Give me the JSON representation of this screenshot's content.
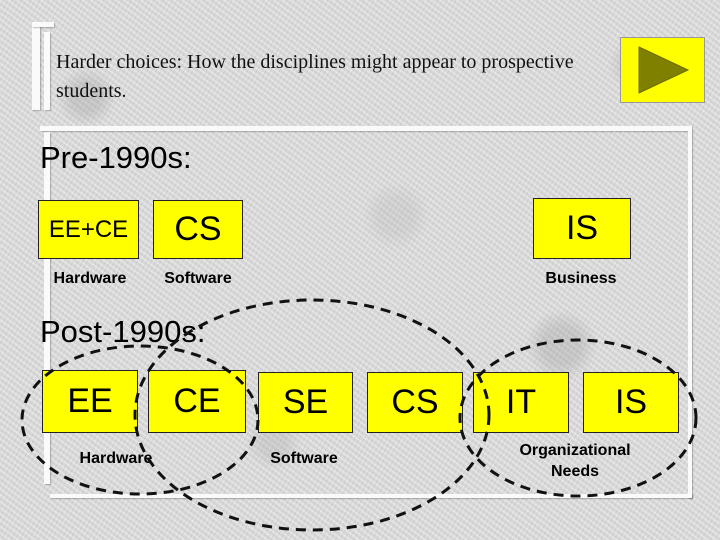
{
  "title": "Harder choices: How the disciplines might appear to prospective students.",
  "pre": {
    "heading": "Pre-1990s:",
    "boxes": [
      "EE+CE",
      "CS",
      "IS"
    ],
    "labels": [
      "Hardware",
      "Software",
      "Business"
    ]
  },
  "post": {
    "heading": "Post-1990s:",
    "boxes": [
      "EE",
      "CE",
      "SE",
      "CS",
      "IT",
      "IS"
    ],
    "labels": [
      "Hardware",
      "Software",
      "Organizational Needs"
    ]
  },
  "colors": {
    "box": "#ffff00",
    "play": "#808000",
    "background": "#d9d9d9"
  },
  "icons": {
    "next": "play-triangle-icon"
  }
}
